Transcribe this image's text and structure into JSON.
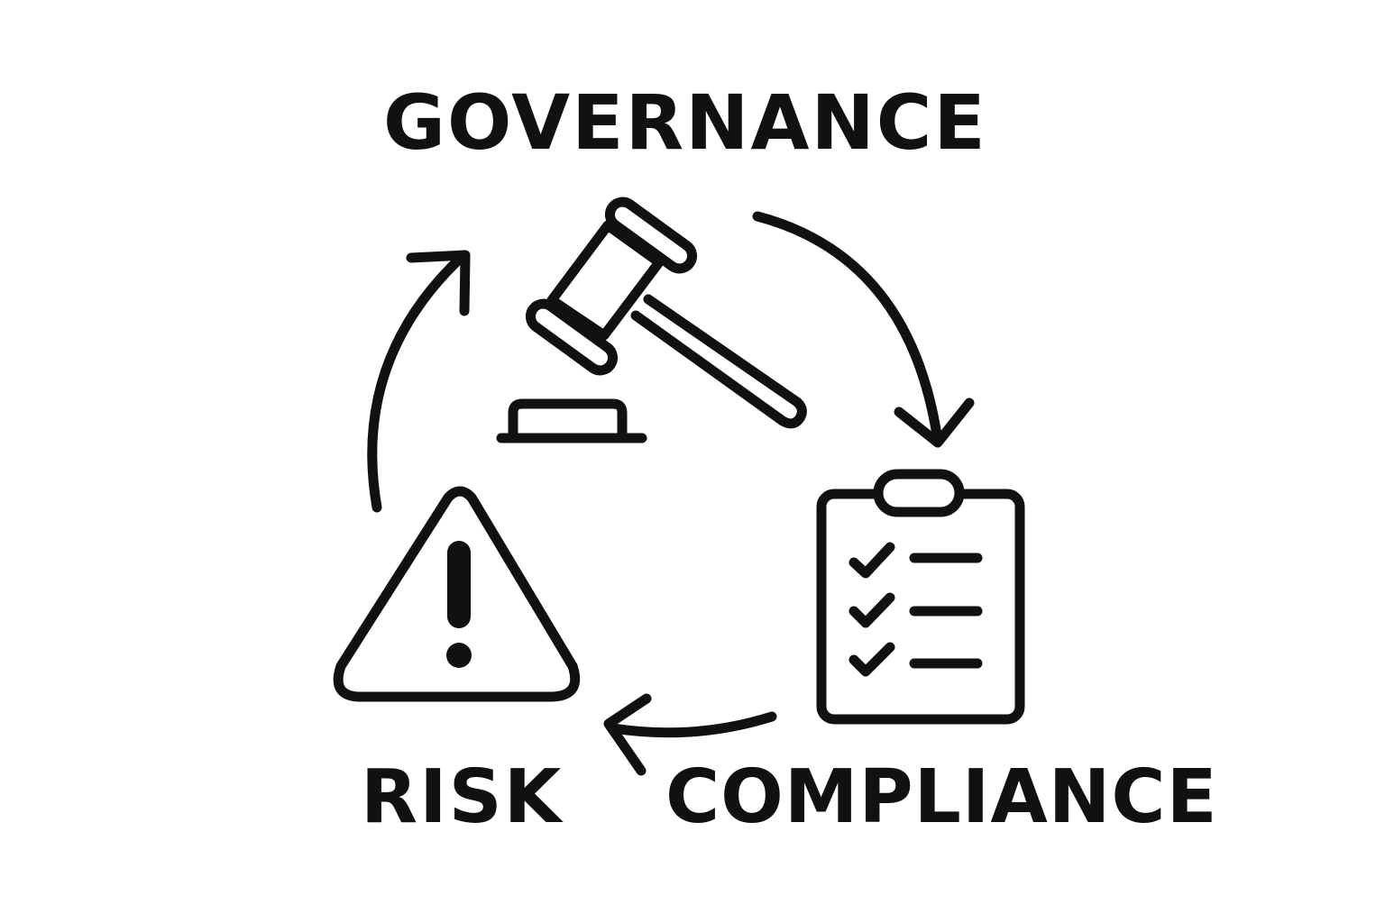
{
  "labels": {
    "governance": "GOVERNANCE",
    "risk": "RISK",
    "compliance": "COMPLIANCE"
  },
  "icons": {
    "governance": "gavel-icon",
    "compliance": "clipboard-checklist-icon",
    "risk": "warning-triangle-icon"
  },
  "colors": {
    "ink": "#111111",
    "background": "#ffffff"
  },
  "cycle": {
    "direction": "clockwise",
    "order": [
      "GOVERNANCE",
      "COMPLIANCE",
      "RISK"
    ]
  }
}
